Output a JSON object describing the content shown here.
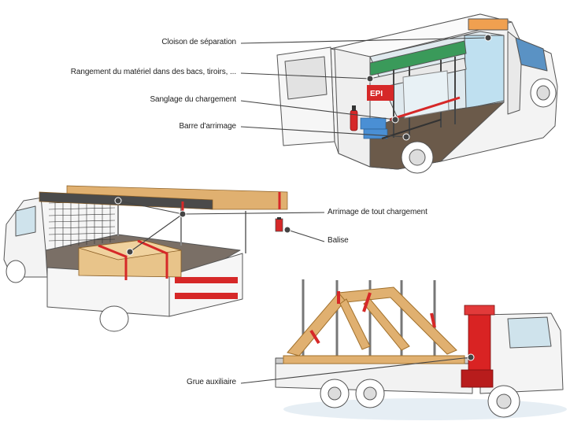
{
  "labels": {
    "cloison": "Cloison de séparation",
    "rangement": "Rangement du matériel dans des bacs, tiroirs, ...",
    "sanglage": "Sanglage du chargement",
    "barre": "Barre d'arrimage",
    "arrimage": "Arrimage de tout chargement",
    "balise": "Balise",
    "grue": "Grue auxiliaire"
  },
  "van_sign": "EPI",
  "colors": {
    "strap": "#d62828",
    "wood": "#e0b070",
    "wood_dark": "#c48a3c",
    "outline": "#555555",
    "leader": "#444444",
    "body": "#f4f4f4",
    "floor": "#6b5a4a",
    "cab_glass": "#cfe3ec",
    "crane": "#d92323",
    "green": "#3a9a5a"
  }
}
